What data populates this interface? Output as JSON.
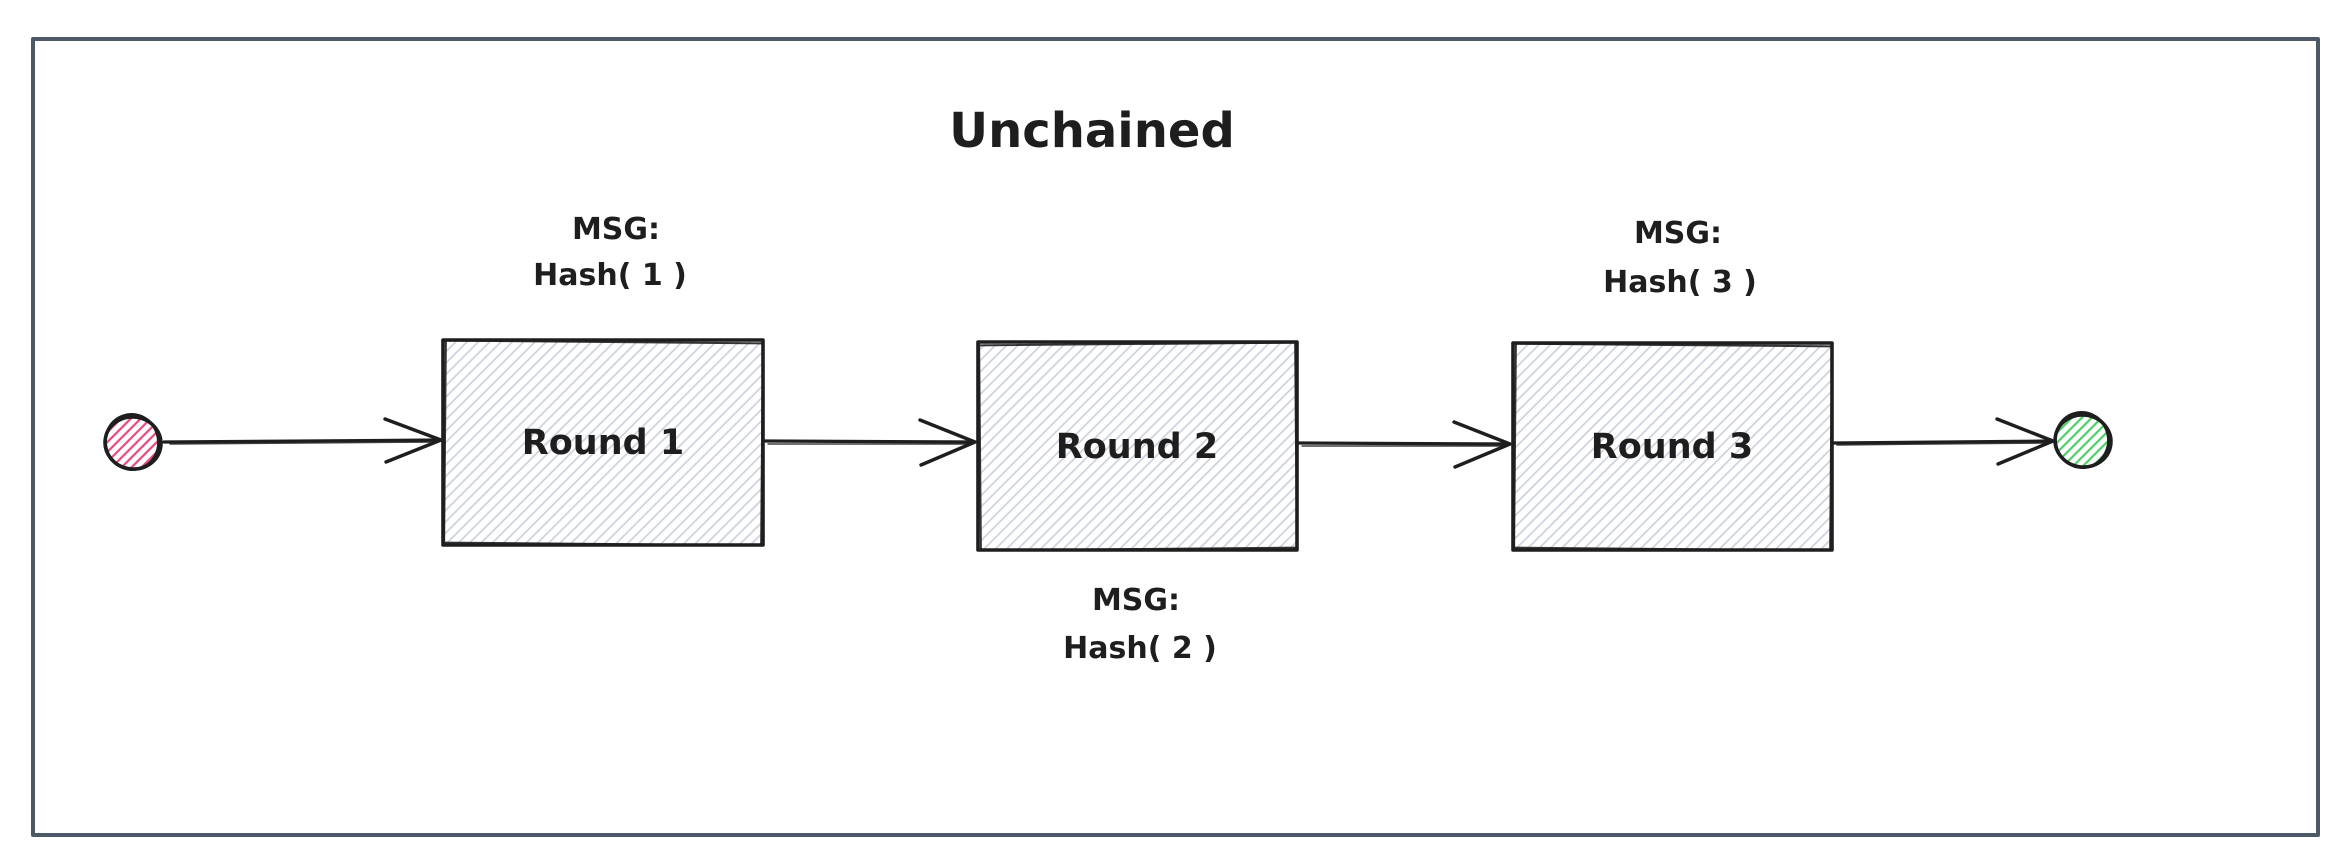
{
  "diagram": {
    "title": "Unchained",
    "nodes": {
      "start": {
        "kind": "start-state-circle",
        "hatch_color": "#e64980"
      },
      "round1": {
        "label": "Round 1"
      },
      "round2": {
        "label": "Round 2"
      },
      "round3": {
        "label": "Round 3"
      },
      "end": {
        "kind": "end-state-circle",
        "hatch_color": "#4ccf66"
      }
    },
    "annotations": {
      "msg1": {
        "line1": "MSG:",
        "line2": "Hash( 1 )",
        "position": "above Round 1"
      },
      "msg2": {
        "line1": "MSG:",
        "line2": "Hash( 2 )",
        "position": "below Round 2"
      },
      "msg3": {
        "line1": "MSG:",
        "line2": "Hash( 3 )",
        "position": "above Round 3"
      }
    },
    "edges": [
      {
        "from": "start",
        "to": "round1"
      },
      {
        "from": "round1",
        "to": "round2"
      },
      {
        "from": "round2",
        "to": "round3"
      },
      {
        "from": "round3",
        "to": "end"
      }
    ],
    "colors": {
      "stroke": "#1e1e1e",
      "frame_border": "#4d5966",
      "box_hatch": "#ccd2da",
      "start_hatch": "#e64980",
      "end_hatch": "#4ccf66",
      "background": "#ffffff"
    }
  }
}
